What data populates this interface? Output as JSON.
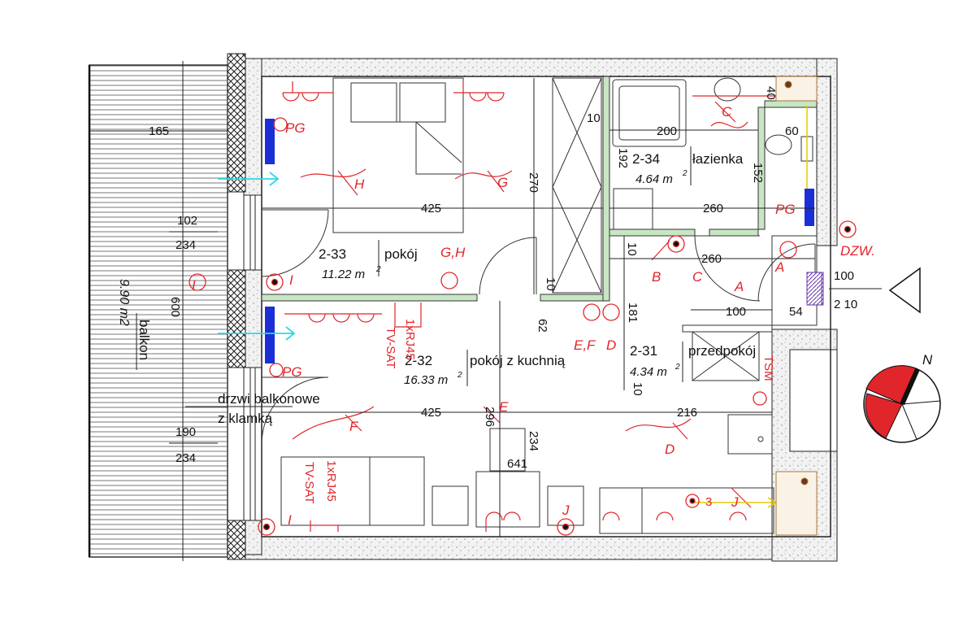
{
  "rooms": [
    {
      "number": "2-33",
      "name": "pokój",
      "area": "11.22 m"
    },
    {
      "number": "2-32",
      "name": "pokój z kuchnią",
      "area": "16.33 m"
    },
    {
      "number": "2-34",
      "name": "łazienka",
      "area": "4.64 m"
    },
    {
      "number": "2-31",
      "name": "przedpokój",
      "area": "4.34 m"
    }
  ],
  "balcony": {
    "area": "9.90 m2",
    "name": "balkon"
  },
  "door_note": {
    "line1": "drzwi balkonowe",
    "line2": "z klamką"
  },
  "window_1": {
    "width": "102",
    "height": "234"
  },
  "window_2": {
    "width": "190",
    "height": "234"
  },
  "entry_door": {
    "width": "100",
    "height": "2 10"
  },
  "dimensions": {
    "d165": "165",
    "d425a": "425",
    "d270": "270",
    "d10a": "10",
    "d200": "200",
    "d40": "40",
    "d60": "60",
    "d192": "192",
    "d152": "152",
    "d260a": "260",
    "d10b": "10",
    "d260b": "260",
    "d10c": "10",
    "d181": "181",
    "d100": "100",
    "d54": "54",
    "d62": "62",
    "d600": "600",
    "d425b": "425",
    "d296": "296",
    "d234": "234",
    "d216": "216",
    "d641": "641",
    "d10d": "10"
  },
  "symbols": {
    "pg1": "PG",
    "pg2": "PG",
    "pg3": "PG",
    "h1": "H",
    "g1": "G",
    "gh": "G,H",
    "i1": "I",
    "i2": "I",
    "i3": "I",
    "b1": "B",
    "c1": "C",
    "a1": "A",
    "a2": "A",
    "c2": "C",
    "ef": "E,F",
    "d1": "D",
    "e1": "E",
    "f1": "F",
    "d2": "D",
    "j1": "J",
    "j2": "J",
    "three": "3",
    "dzw": "DZW."
  },
  "sockets": {
    "tv_sat_1": "TV-SAT",
    "rj45_1": "1xRJ45",
    "tv_sat_2": "TV-SAT",
    "rj45_2": "1xRJ45",
    "tsm": "TSM"
  },
  "compass": {
    "north": "N"
  },
  "colors": {
    "wall_hatch": "#333333",
    "symbols": "#e0262b",
    "radiator": "#1a2fd6",
    "partition": "#c9e6c4",
    "airflow": "#2fd7e8",
    "balcony_hatch": "#555555"
  }
}
